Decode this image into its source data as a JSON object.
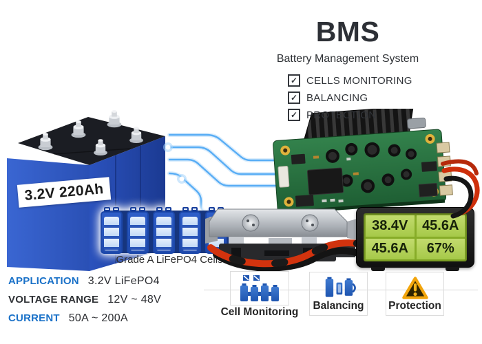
{
  "header": {
    "title": "BMS",
    "subtitle": "Battery Management System",
    "features": [
      "CELLS MONITORING",
      "BALANCING",
      "PROTECTION"
    ]
  },
  "icons": {
    "check": "✓"
  },
  "battery": {
    "label": "3.2V 220Ah",
    "cells_caption": "Grade A LiFePO4 Cells"
  },
  "display": {
    "readings": [
      "38.4V",
      "45.6A",
      "45.6A",
      "67%"
    ]
  },
  "specs": [
    {
      "label": "APPLICATION",
      "value": "3.2V LiFePO4"
    },
    {
      "label": "VOLTAGE RANGE",
      "value": "12V ~ 48V"
    },
    {
      "label": "CURRENT",
      "value": "50A ~ 200A"
    }
  ],
  "feature_boxes": [
    {
      "label": "Cell Monitoring"
    },
    {
      "label": "Balancing"
    },
    {
      "label": "Protection"
    }
  ],
  "colors": {
    "accent_blue": "#1a71c8",
    "battery_blue": "#2d58c1",
    "flow_blue": "#58adf5",
    "pcb_green": "#2f7f48",
    "lcd_green": "#9fc142",
    "warning_yellow": "#f0a50c",
    "wire_red": "#d2330e",
    "text_dark": "#2e3135"
  }
}
